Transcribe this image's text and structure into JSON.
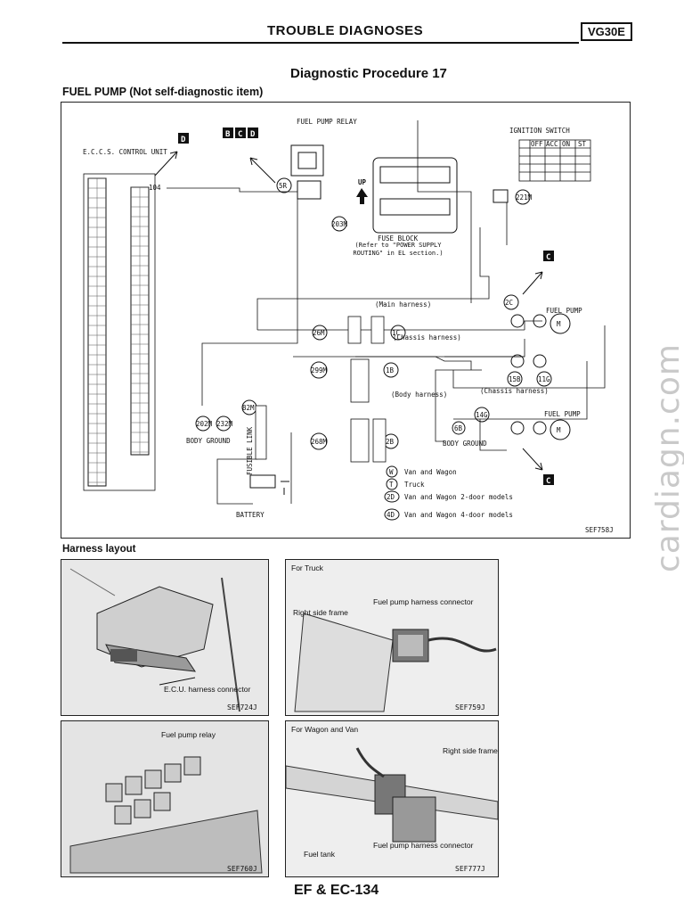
{
  "header": {
    "title": "TROUBLE DIAGNOSES",
    "engine_code": "VG30E"
  },
  "procedure_title": "Diagnostic Procedure 17",
  "section_title": "FUEL PUMP (Not self-diagnostic item)",
  "diagram": {
    "ecu_label": "E.C.C.S. CONTROL UNIT",
    "relay_label": "FUEL PUMP RELAY",
    "ignition_switch_label": "IGNITION SWITCH",
    "ignition_columns": [
      "OFF",
      "ACC",
      "ON",
      "ST"
    ],
    "fuse_block_label": "FUSE BLOCK",
    "fuse_block_note": "(Refer to \"POWER SUPPLY ROUTING\" in EL section.)",
    "up_label": "UP",
    "main_harness": "(Main harness)",
    "chassis_harness": "(Chassis harness)",
    "chassis_harness_2": "(Chassis harness)",
    "body_harness": "(Body harness)",
    "fuel_pump_1": "FUEL PUMP",
    "fuel_pump_2": "FUEL PUMP",
    "body_ground_1": "BODY GROUND",
    "body_ground_2": "BODY GROUND",
    "fusible_link": "FUSIBLE LINK",
    "battery": "BATTERY",
    "connectors": [
      "26M",
      "5R",
      "203M",
      "221M",
      "2C",
      "15B",
      "11G",
      "14G",
      "6B",
      "202M",
      "232M",
      "82M",
      "299M",
      "268M",
      "1C",
      "1B",
      "2B"
    ],
    "markers": [
      "D",
      "B",
      "C",
      "D",
      "C",
      "C"
    ],
    "wire_104": "104",
    "legend": [
      {
        "sym": "W",
        "text": "Van and Wagon"
      },
      {
        "sym": "T",
        "text": "Truck"
      },
      {
        "sym": "2D",
        "text": "Van and Wagon 2-door models"
      },
      {
        "sym": "4D",
        "text": "Van and Wagon 4-door models"
      }
    ],
    "code": "SEF758J"
  },
  "harness_layout": {
    "title": "Harness layout",
    "photos": [
      {
        "caption": "",
        "labels": [
          "E.C.U. harness connector"
        ],
        "code": "SEF724J"
      },
      {
        "caption": "For Truck",
        "labels": [
          "Fuel pump harness connector",
          "Right side frame"
        ],
        "code": "SEF759J"
      },
      {
        "caption": "",
        "labels": [
          "Fuel pump relay"
        ],
        "code": "SEF760J"
      },
      {
        "caption": "For Wagon and Van",
        "labels": [
          "Right side frame",
          "Fuel pump harness connector",
          "Fuel tank"
        ],
        "code": "SEF777J"
      }
    ]
  },
  "footer": "EF & EC-134",
  "watermark": "cardiagn.com"
}
